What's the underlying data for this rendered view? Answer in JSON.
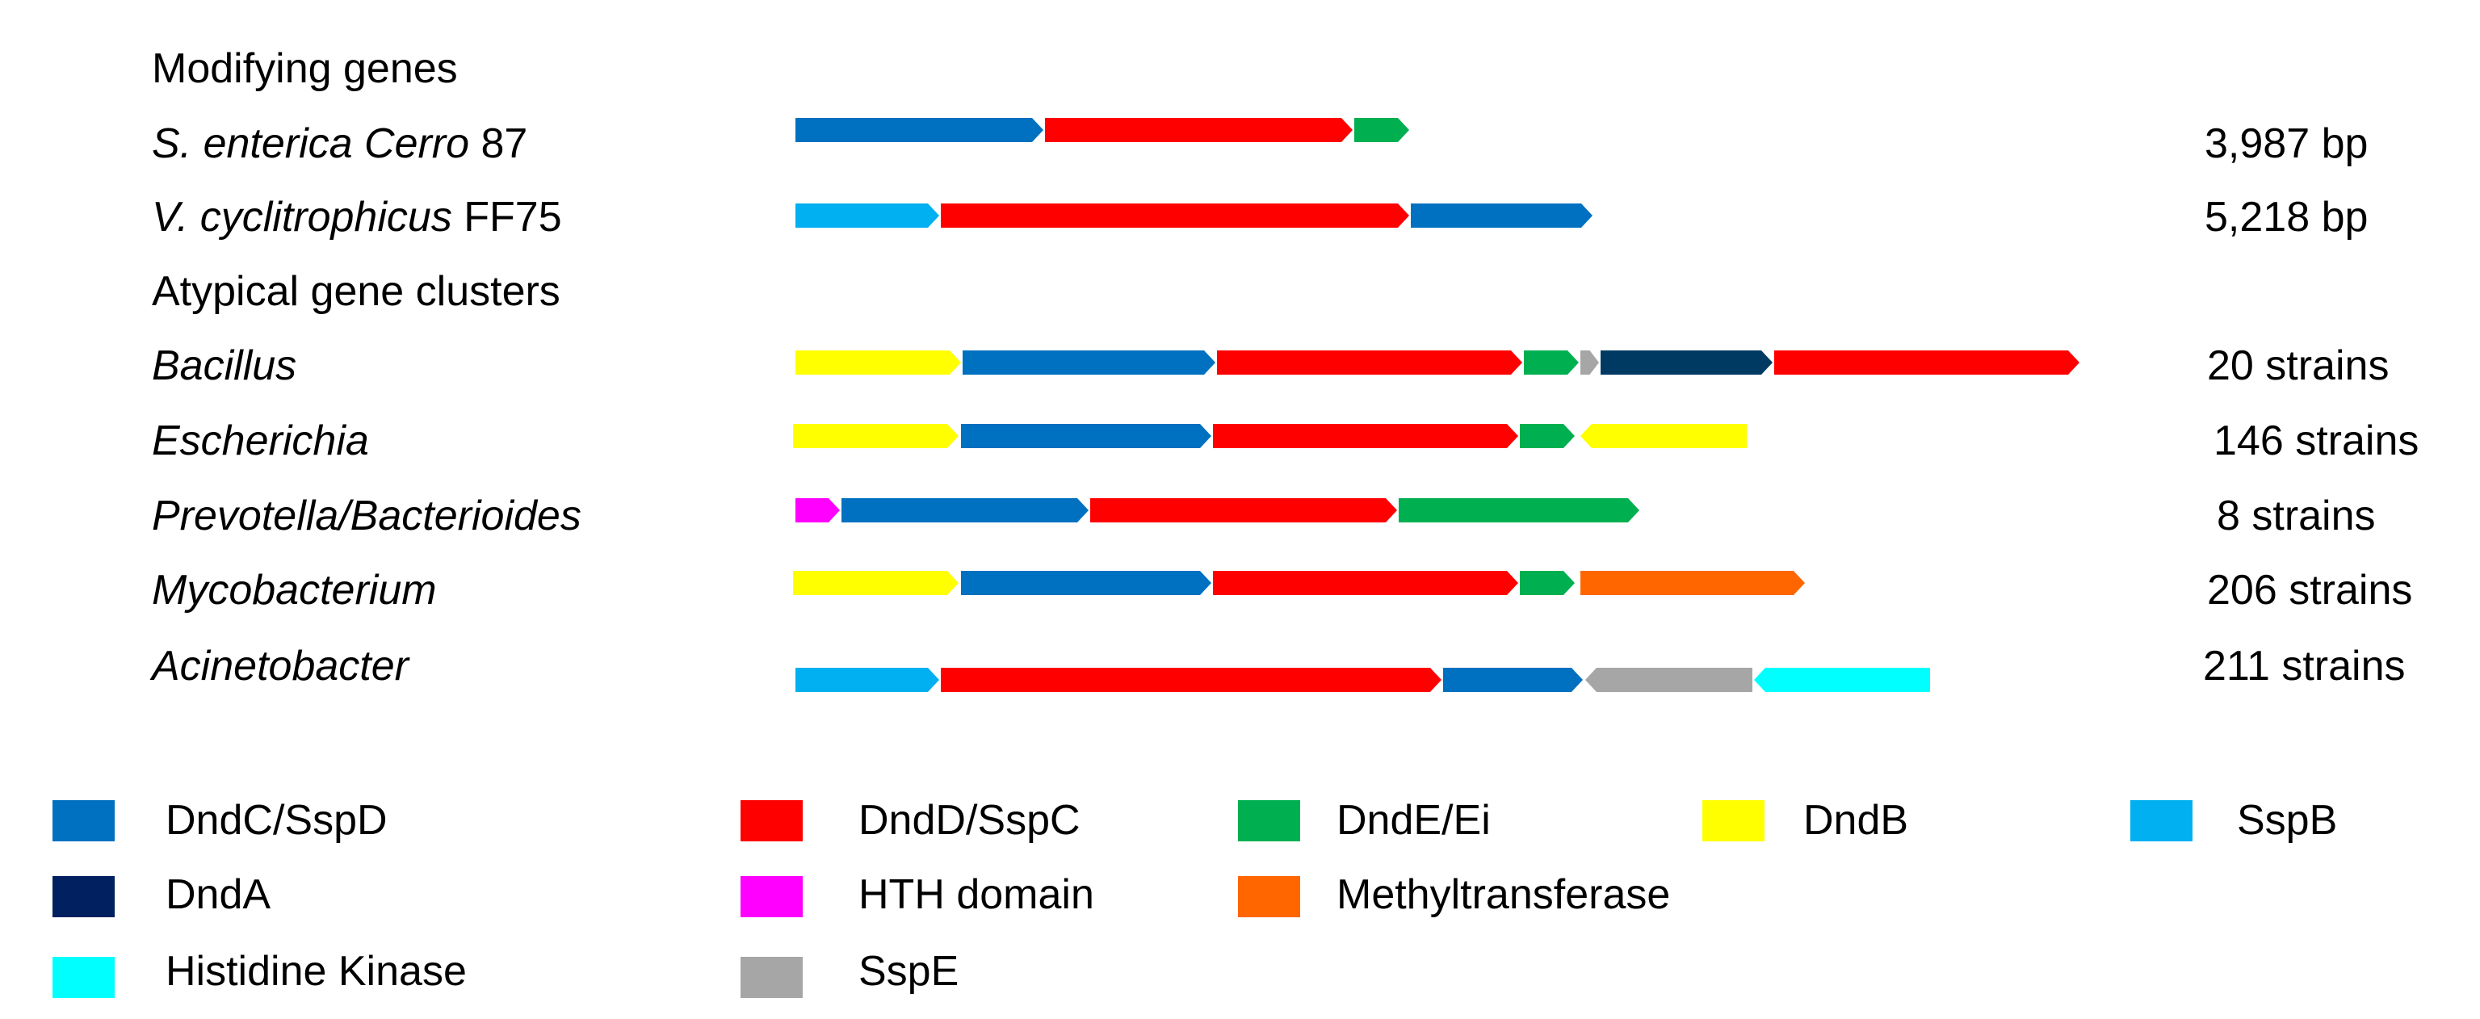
{
  "headings": {
    "modifying": "Modifying genes",
    "atypical": "Atypical gene clusters"
  },
  "rows": [
    {
      "id": "s-enterica",
      "label_italic": "S. enterica Cerro",
      "label_plain": " 87",
      "size": "3,987 bp",
      "genes": [
        {
          "gene": "DndC/SspD",
          "start": 985,
          "end": 1292
        },
        {
          "gene": "DndD/SspC",
          "start": 1294,
          "end": 1675
        },
        {
          "gene": "DndE/Ei",
          "start": 1677,
          "end": 1745
        }
      ]
    },
    {
      "id": "v-cyclitrophicus",
      "label_italic": "V. cyclitrophicus",
      "label_plain": " FF75",
      "size": "5,218 bp",
      "genes": [
        {
          "gene": "SspB",
          "start": 985,
          "end": 1163
        },
        {
          "gene": "DndD/SspC",
          "start": 1165,
          "end": 1745
        },
        {
          "gene": "DndC/SspD",
          "start": 1747,
          "end": 1972
        }
      ]
    },
    {
      "id": "bacillus",
      "label_italic": "Bacillus",
      "label_plain": "",
      "size": "20 strains",
      "genes": [
        {
          "gene": "DndB",
          "start": 985,
          "end": 1190
        },
        {
          "gene": "DndC/SspD",
          "start": 1192,
          "end": 1505
        },
        {
          "gene": "DndD/SspC",
          "start": 1507,
          "end": 1885
        },
        {
          "gene": "DndE/Ei",
          "start": 1887,
          "end": 1955
        },
        {
          "gene": "SspE",
          "start": 1957,
          "end": 1980
        },
        {
          "gene": "DndA",
          "start": 1982,
          "end": 2195
        },
        {
          "gene": "DndD/SspC",
          "start": 2197,
          "end": 2575
        }
      ]
    },
    {
      "id": "escherichia",
      "label_italic": "Escherichia",
      "label_plain": "",
      "size": "146 strains",
      "genes": [
        {
          "gene": "DndB",
          "start": 982,
          "end": 1187
        },
        {
          "gene": "DndC/SspD",
          "start": 1190,
          "end": 1500
        },
        {
          "gene": "DndD/SspC",
          "start": 1502,
          "end": 1880
        },
        {
          "gene": "DndE/Ei",
          "start": 1882,
          "end": 1950
        },
        {
          "gene": "DndB",
          "start": 1957,
          "end": 2163,
          "reverse": true
        }
      ]
    },
    {
      "id": "prevotella",
      "label_italic": "Prevotella/Bacterioides",
      "label_plain": "",
      "size": "8 strains",
      "genes": [
        {
          "gene": "HTH domain",
          "start": 985,
          "end": 1040
        },
        {
          "gene": "DndC/SspD",
          "start": 1042,
          "end": 1348
        },
        {
          "gene": "DndD/SspC",
          "start": 1350,
          "end": 1730
        },
        {
          "gene": "DndE/Ei",
          "start": 1732,
          "end": 2030
        }
      ]
    },
    {
      "id": "mycobacterium",
      "label_italic": "Mycobacterium",
      "label_plain": "",
      "size": "206 strains",
      "genes": [
        {
          "gene": "DndB",
          "start": 982,
          "end": 1187
        },
        {
          "gene": "DndC/SspD",
          "start": 1190,
          "end": 1500
        },
        {
          "gene": "DndD/SspC",
          "start": 1502,
          "end": 1880
        },
        {
          "gene": "DndE/Ei",
          "start": 1882,
          "end": 1950
        },
        {
          "gene": "Methyltransferase",
          "start": 1957,
          "end": 2235
        }
      ]
    },
    {
      "id": "acinetobacter",
      "label_italic": "Acinetobacter",
      "label_plain": "",
      "size": "211 strains",
      "genes": [
        {
          "gene": "SspB",
          "start": 985,
          "end": 1163
        },
        {
          "gene": "DndD/SspC",
          "start": 1165,
          "end": 1785
        },
        {
          "gene": "DndC/SspD",
          "start": 1787,
          "end": 1960
        },
        {
          "gene": "SspE",
          "start": 1963,
          "end": 2170,
          "reverse": true
        },
        {
          "gene": "Histidine Kinase",
          "start": 2172,
          "end": 2390,
          "reverse": true
        }
      ]
    }
  ],
  "colors": {
    "DndC/SspD": "#0070C0",
    "DndD/SspC": "#FF0000",
    "DndE/Ei": "#00B050",
    "DndB": "#FFFF00",
    "SspB": "#00B0F0",
    "DndA": "#002060",
    "HTH domain": "#FF00FF",
    "Methyltransferase": "#FF6600",
    "Histidine Kinase": "#00FFFF",
    "SspE": "#A6A6A6"
  },
  "bacillus_dnda_color": "#003A63",
  "legend": [
    {
      "label": "DndC/SspD",
      "color": "#0070C0"
    },
    {
      "label": "DndD/SspC",
      "color": "#FF0000"
    },
    {
      "label": "DndE/Ei",
      "color": "#00B050"
    },
    {
      "label": "DndB",
      "color": "#FFFF00"
    },
    {
      "label": "SspB",
      "color": "#00B0F0"
    },
    {
      "label": "DndA",
      "color": "#002060"
    },
    {
      "label": "HTH domain",
      "color": "#FF00FF"
    },
    {
      "label": "Methyltransferase",
      "color": "#FF6600"
    },
    {
      "label": "Histidine Kinase",
      "color": "#00FFFF"
    },
    {
      "label": "SspE",
      "color": "#A6A6A6"
    }
  ]
}
